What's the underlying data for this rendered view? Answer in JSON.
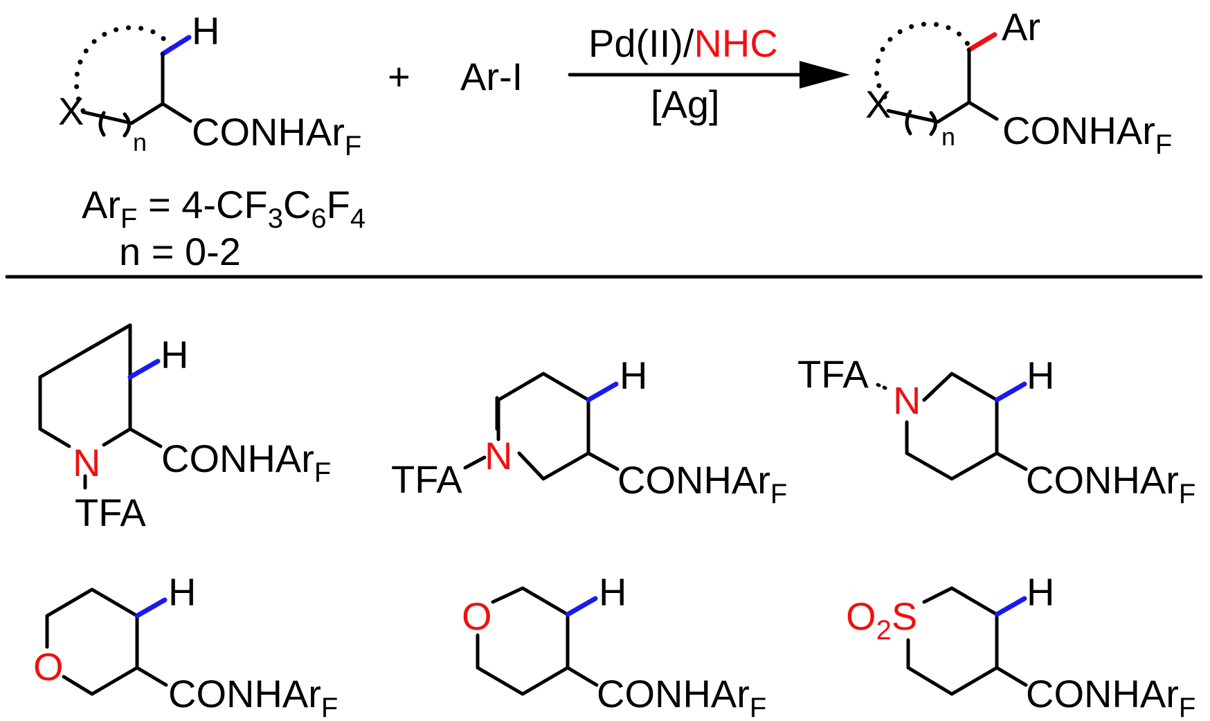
{
  "reaction": {
    "plus": "+",
    "reagent": "Ar-I",
    "catalyst_prefix": "Pd(II)/",
    "catalyst_ligand": "NHC",
    "additive": "[Ag]",
    "sm": {
      "ring_atom": "X",
      "h": "H",
      "n": "n",
      "amide": "CONHAr",
      "amide_sub": "F"
    },
    "product": {
      "ring_atom": "X",
      "ar": "Ar",
      "n": "n",
      "amide": "CONHAr",
      "amide_sub": "F"
    },
    "definition_arf": {
      "lhs": "Ar",
      "lhs_sub": "F",
      "eq": " = 4-CF",
      "s1": "3",
      "t1": "C",
      "s2": "6",
      "t2": "F",
      "s3": "4"
    },
    "definition_n": "n = 0-2"
  },
  "substrates": [
    {
      "h": "H",
      "hetero": "N",
      "protecting": "TFA",
      "amide": "CONHAr",
      "amide_sub": "F"
    },
    {
      "h": "H",
      "hetero": "N",
      "protecting": "TFA",
      "amide": "CONHAr",
      "amide_sub": "F"
    },
    {
      "h": "H",
      "hetero": "N",
      "protecting": "TFA",
      "amide": "CONHAr",
      "amide_sub": "F"
    },
    {
      "h": "H",
      "hetero": "O",
      "amide": "CONHAr",
      "amide_sub": "F"
    },
    {
      "h": "H",
      "hetero": "O",
      "amide": "CONHAr",
      "amide_sub": "F"
    },
    {
      "h": "H",
      "hetero": "O",
      "hetero_sub": "2",
      "hetero2": "S",
      "amide": "CONHAr",
      "amide_sub": "F"
    }
  ],
  "colors": {
    "ch_bond": "#1a1aee",
    "new_bond": "#ee1111",
    "heteroatom": "#ee1111"
  }
}
